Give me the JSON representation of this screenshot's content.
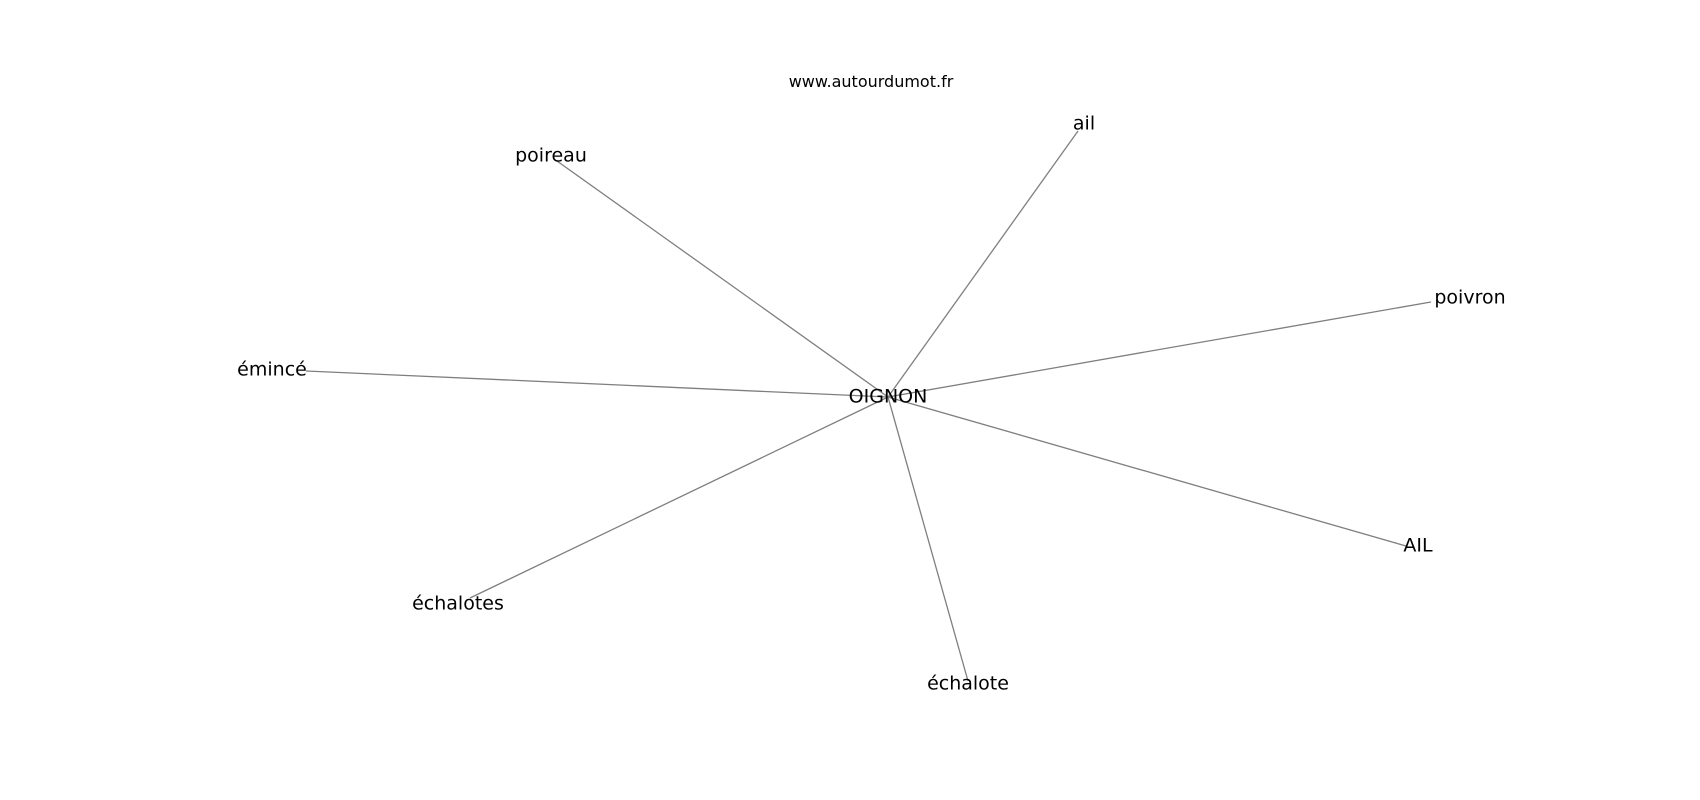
{
  "watermark": "www.autourdumot.fr",
  "center": {
    "label": "OIGNON"
  },
  "nodes": [
    {
      "id": "ail",
      "label": "ail"
    },
    {
      "id": "poireau",
      "label": "poireau"
    },
    {
      "id": "poivron",
      "label": "poivron"
    },
    {
      "id": "emince",
      "label": "émincé"
    },
    {
      "id": "AIL",
      "label": "AIL"
    },
    {
      "id": "echalotes",
      "label": "échalotes"
    },
    {
      "id": "echalote",
      "label": "échalote"
    }
  ]
}
